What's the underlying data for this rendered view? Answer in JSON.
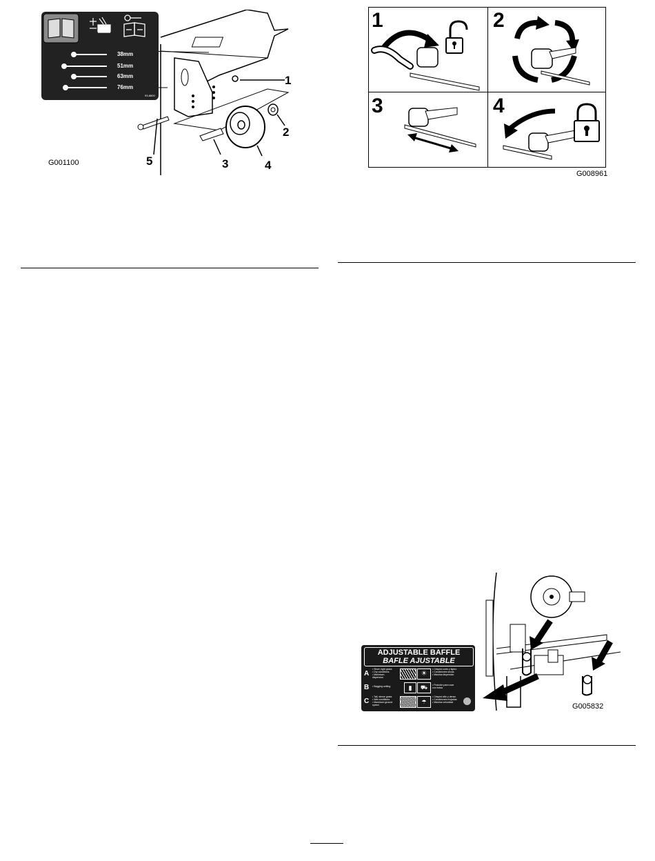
{
  "figure1": {
    "decal": {
      "heights": [
        "38mm",
        "51mm",
        "63mm",
        "76mm"
      ],
      "part_number": "93-8800",
      "icons": [
        "manual-book-icon",
        "cutting-height-icon",
        "wrench-manual-icon"
      ]
    },
    "callouts": [
      "1",
      "2",
      "3",
      "4",
      "5"
    ],
    "id": "G001100"
  },
  "figure2": {
    "steps": [
      "1",
      "2",
      "3",
      "4"
    ],
    "icons": [
      "lever-rotate-icon",
      "unlock-icon",
      "spin-icon",
      "slide-icon",
      "lock-icon"
    ],
    "id": "G008961"
  },
  "figure3": {
    "decal": {
      "title": "ADJUSTABLE BAFFLE",
      "subtitle": "BAFLE AJUSTABLE",
      "rows": [
        {
          "letter": "A",
          "en": [
            "• Short, light grass",
            "• Dry conditions",
            "• Maximum",
            "  dispersion"
          ],
          "es": [
            "• Césped corto y ligero",
            "• Condiciones secas",
            "• Máxima dispersión"
          ]
        },
        {
          "letter": "B",
          "en": [
            "• Bagging setting"
          ],
          "es": [
            "• Posición para usar",
            "  con bolsa"
          ]
        },
        {
          "letter": "C",
          "en": [
            "• Tall, dense grass",
            "• Wet conditions",
            "• Maximum ground",
            "  speed"
          ],
          "es": [
            "• Césped alto y denso",
            "• Condiciones mojadas",
            "• Máxima velocidad"
          ]
        }
      ]
    },
    "id": "G005832"
  },
  "colors": {
    "ink": "#000000",
    "decal_dark": "#1a1a1a",
    "paper": "#ffffff"
  }
}
